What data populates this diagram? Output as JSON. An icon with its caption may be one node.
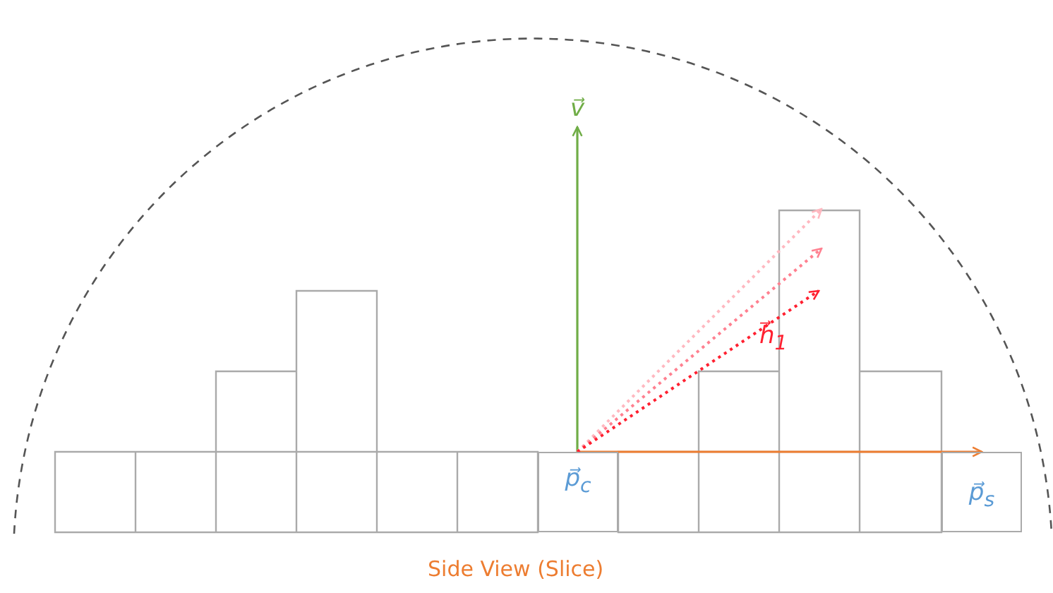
{
  "diagram": {
    "caption": "Side View (Slice)",
    "nodes": [
      {
        "text": [
          "p⃗$_{c}$"
        ]
      },
      {
        "text": [
          "v⃗"
        ]
      },
      {
        "text": [
          "p⃗$_{s}$"
        ]
      }
    ],
    "edges": [
      {
        "from": 0,
        "to": 1,
        "arrow": "to",
        "color": "#70ad47"
      },
      {
        "from": 0,
        "to": 2,
        "arrow": "to",
        "color": "#ed7d31"
      },
      {
        "from": 0,
        "to": null,
        "arrow": "to",
        "style": "dashed",
        "color": "#ffb8c0"
      },
      {
        "from": 0,
        "to": null,
        "arrow": "to",
        "style": "dashed",
        "color": "#ff8090"
      },
      {
        "from": 0,
        "to": null,
        "arrow": "to",
        "style": "dashed",
        "color": "#ff2030"
      }
    ],
    "labels": [
      "h⃗$_{1}$"
    ]
  }
}
